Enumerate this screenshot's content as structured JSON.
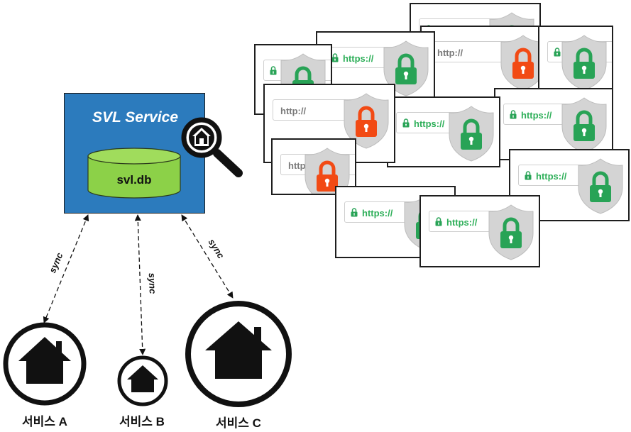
{
  "service": {
    "title": "SVL Service",
    "db_label": "svl.db"
  },
  "links": {
    "sync_a": "sync",
    "sync_b": "sync",
    "sync_c": "sync"
  },
  "services": [
    {
      "label": "서비스 A"
    },
    {
      "label": "서비스 B"
    },
    {
      "label": "서비스 C"
    }
  ],
  "cards": [
    {
      "url": "https://",
      "secure": true
    },
    {
      "url": "http://",
      "secure": false
    },
    {
      "url": "https://",
      "secure": true
    },
    {
      "url": "https://",
      "secure": true
    },
    {
      "url": "https://",
      "secure": true
    },
    {
      "url": "https://",
      "secure": true
    },
    {
      "url": "https://",
      "secure": true
    },
    {
      "url": "https://",
      "secure": true
    },
    {
      "url": "http://",
      "secure": false
    },
    {
      "url": "http://",
      "secure": false
    },
    {
      "url": "https://",
      "secure": true
    },
    {
      "url": "https://",
      "secure": true
    }
  ],
  "colors": {
    "service_box": "#2c7bbd",
    "db": "#8cd148",
    "secure_lock": "#28a356",
    "insecure_lock": "#f24a14",
    "shield": "#d4d4d4",
    "https_text": "#2eaf59",
    "http_text": "#7a7a7a"
  },
  "icons": {
    "inspector": "magnifier-house-icon",
    "service": "house-icon",
    "lock": "padlock-icon",
    "shield": "shield-icon"
  }
}
